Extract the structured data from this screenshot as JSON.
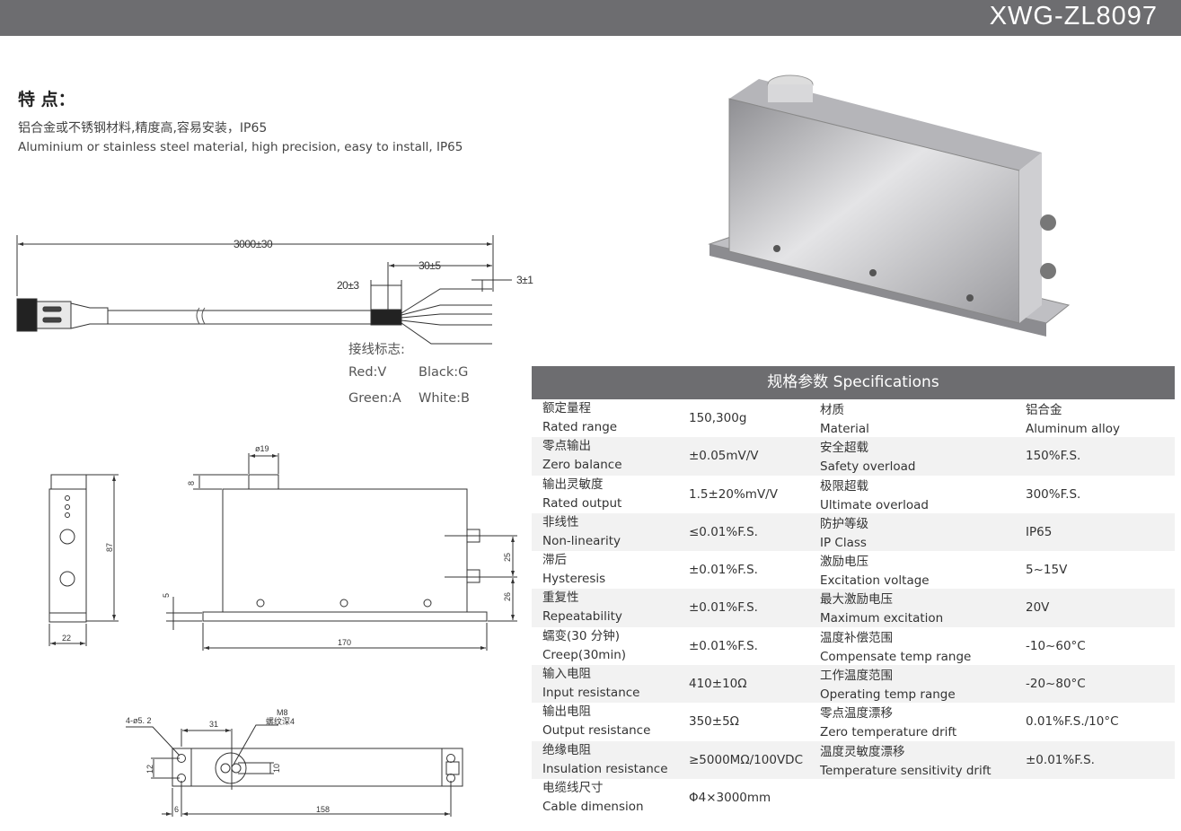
{
  "header": {
    "model": "XWG-ZL8097"
  },
  "features": {
    "title": "特 点：",
    "cn": "铝合金或不锈钢材料,精度高,容易安装，IP65",
    "en": "Aluminium or stainless steel material, high precision, easy to install, IP65"
  },
  "cable_drawing": {
    "total": "3000±30",
    "strip": "30±5",
    "sleeve": "20±3",
    "tip": "3±1",
    "wiring_title": "接线标志:",
    "wires": [
      "Red:V",
      "Black:G",
      "Green:A",
      "White:B"
    ]
  },
  "dimensions": {
    "side_width": "22",
    "height": "87",
    "boss_dia": "ø19",
    "boss_h": "8",
    "base_h": "5",
    "length": "170",
    "conn_spacing": "25",
    "conn_bottom": "26",
    "holes": "4-ø5. 2",
    "offset": "31",
    "thread": "M8",
    "thread_depth": "螺纹深4",
    "hole_pitch": "12",
    "center_pitch": "10",
    "edge": "6",
    "hole_span": "158"
  },
  "specs": {
    "title": "规格参数  Specifications",
    "rows": [
      {
        "cn": "额定量程",
        "en": "Rated range",
        "val": "150,300g",
        "cn2": "材质",
        "en2": "Material",
        "val2_cn": "铝合金",
        "val2": "Aluminum alloy"
      },
      {
        "cn": "零点输出",
        "en": "Zero balance",
        "val": "±0.05mV/V",
        "cn2": "安全超载",
        "en2": "Safety overload",
        "val2": "150%F.S."
      },
      {
        "cn": "输出灵敏度",
        "en": "Rated output",
        "val": "1.5±20%mV/V",
        "cn2": "极限超载",
        "en2": "Ultimate overload",
        "val2": "300%F.S."
      },
      {
        "cn": "非线性",
        "en": "Non-linearity",
        "val": "≤0.01%F.S.",
        "cn2": "防护等级",
        "en2": "IP Class",
        "val2": "IP65"
      },
      {
        "cn": "滞后",
        "en": "Hysteresis",
        "val": "±0.01%F.S.",
        "cn2": "激励电压",
        "en2": "Excitation voltage",
        "val2": "5~15V"
      },
      {
        "cn": "重复性",
        "en": "Repeatability",
        "val": "±0.01%F.S.",
        "cn2": "最大激励电压",
        "en2": "Maximum excitation",
        "val2": "20V"
      },
      {
        "cn": "蠕变(30 分钟)",
        "en": "Creep(30min)",
        "val": "±0.01%F.S.",
        "cn2": "温度补偿范围",
        "en2": "Compensate temp range",
        "val2": "-10~60°C"
      },
      {
        "cn": "输入电阻",
        "en": "Input resistance",
        "val": "410±10Ω",
        "cn2": "工作温度范围",
        "en2": "Operating temp range",
        "val2": "-20~80°C"
      },
      {
        "cn": "输出电阻",
        "en": "Output resistance",
        "val": "350±5Ω",
        "cn2": "零点温度漂移",
        "en2": "Zero temperature drift",
        "val2": "0.01%F.S./10°C"
      },
      {
        "cn": "绝缘电阻",
        "en": "Insulation resistance",
        "val": "≥5000MΩ/100VDC",
        "cn2": "温度灵敏度漂移",
        "en2": "Temperature sensitivity drift",
        "val2": "±0.01%F.S."
      },
      {
        "cn": "电缆线尺寸",
        "en": "Cable dimension",
        "val": "Φ4×3000mm"
      }
    ]
  }
}
